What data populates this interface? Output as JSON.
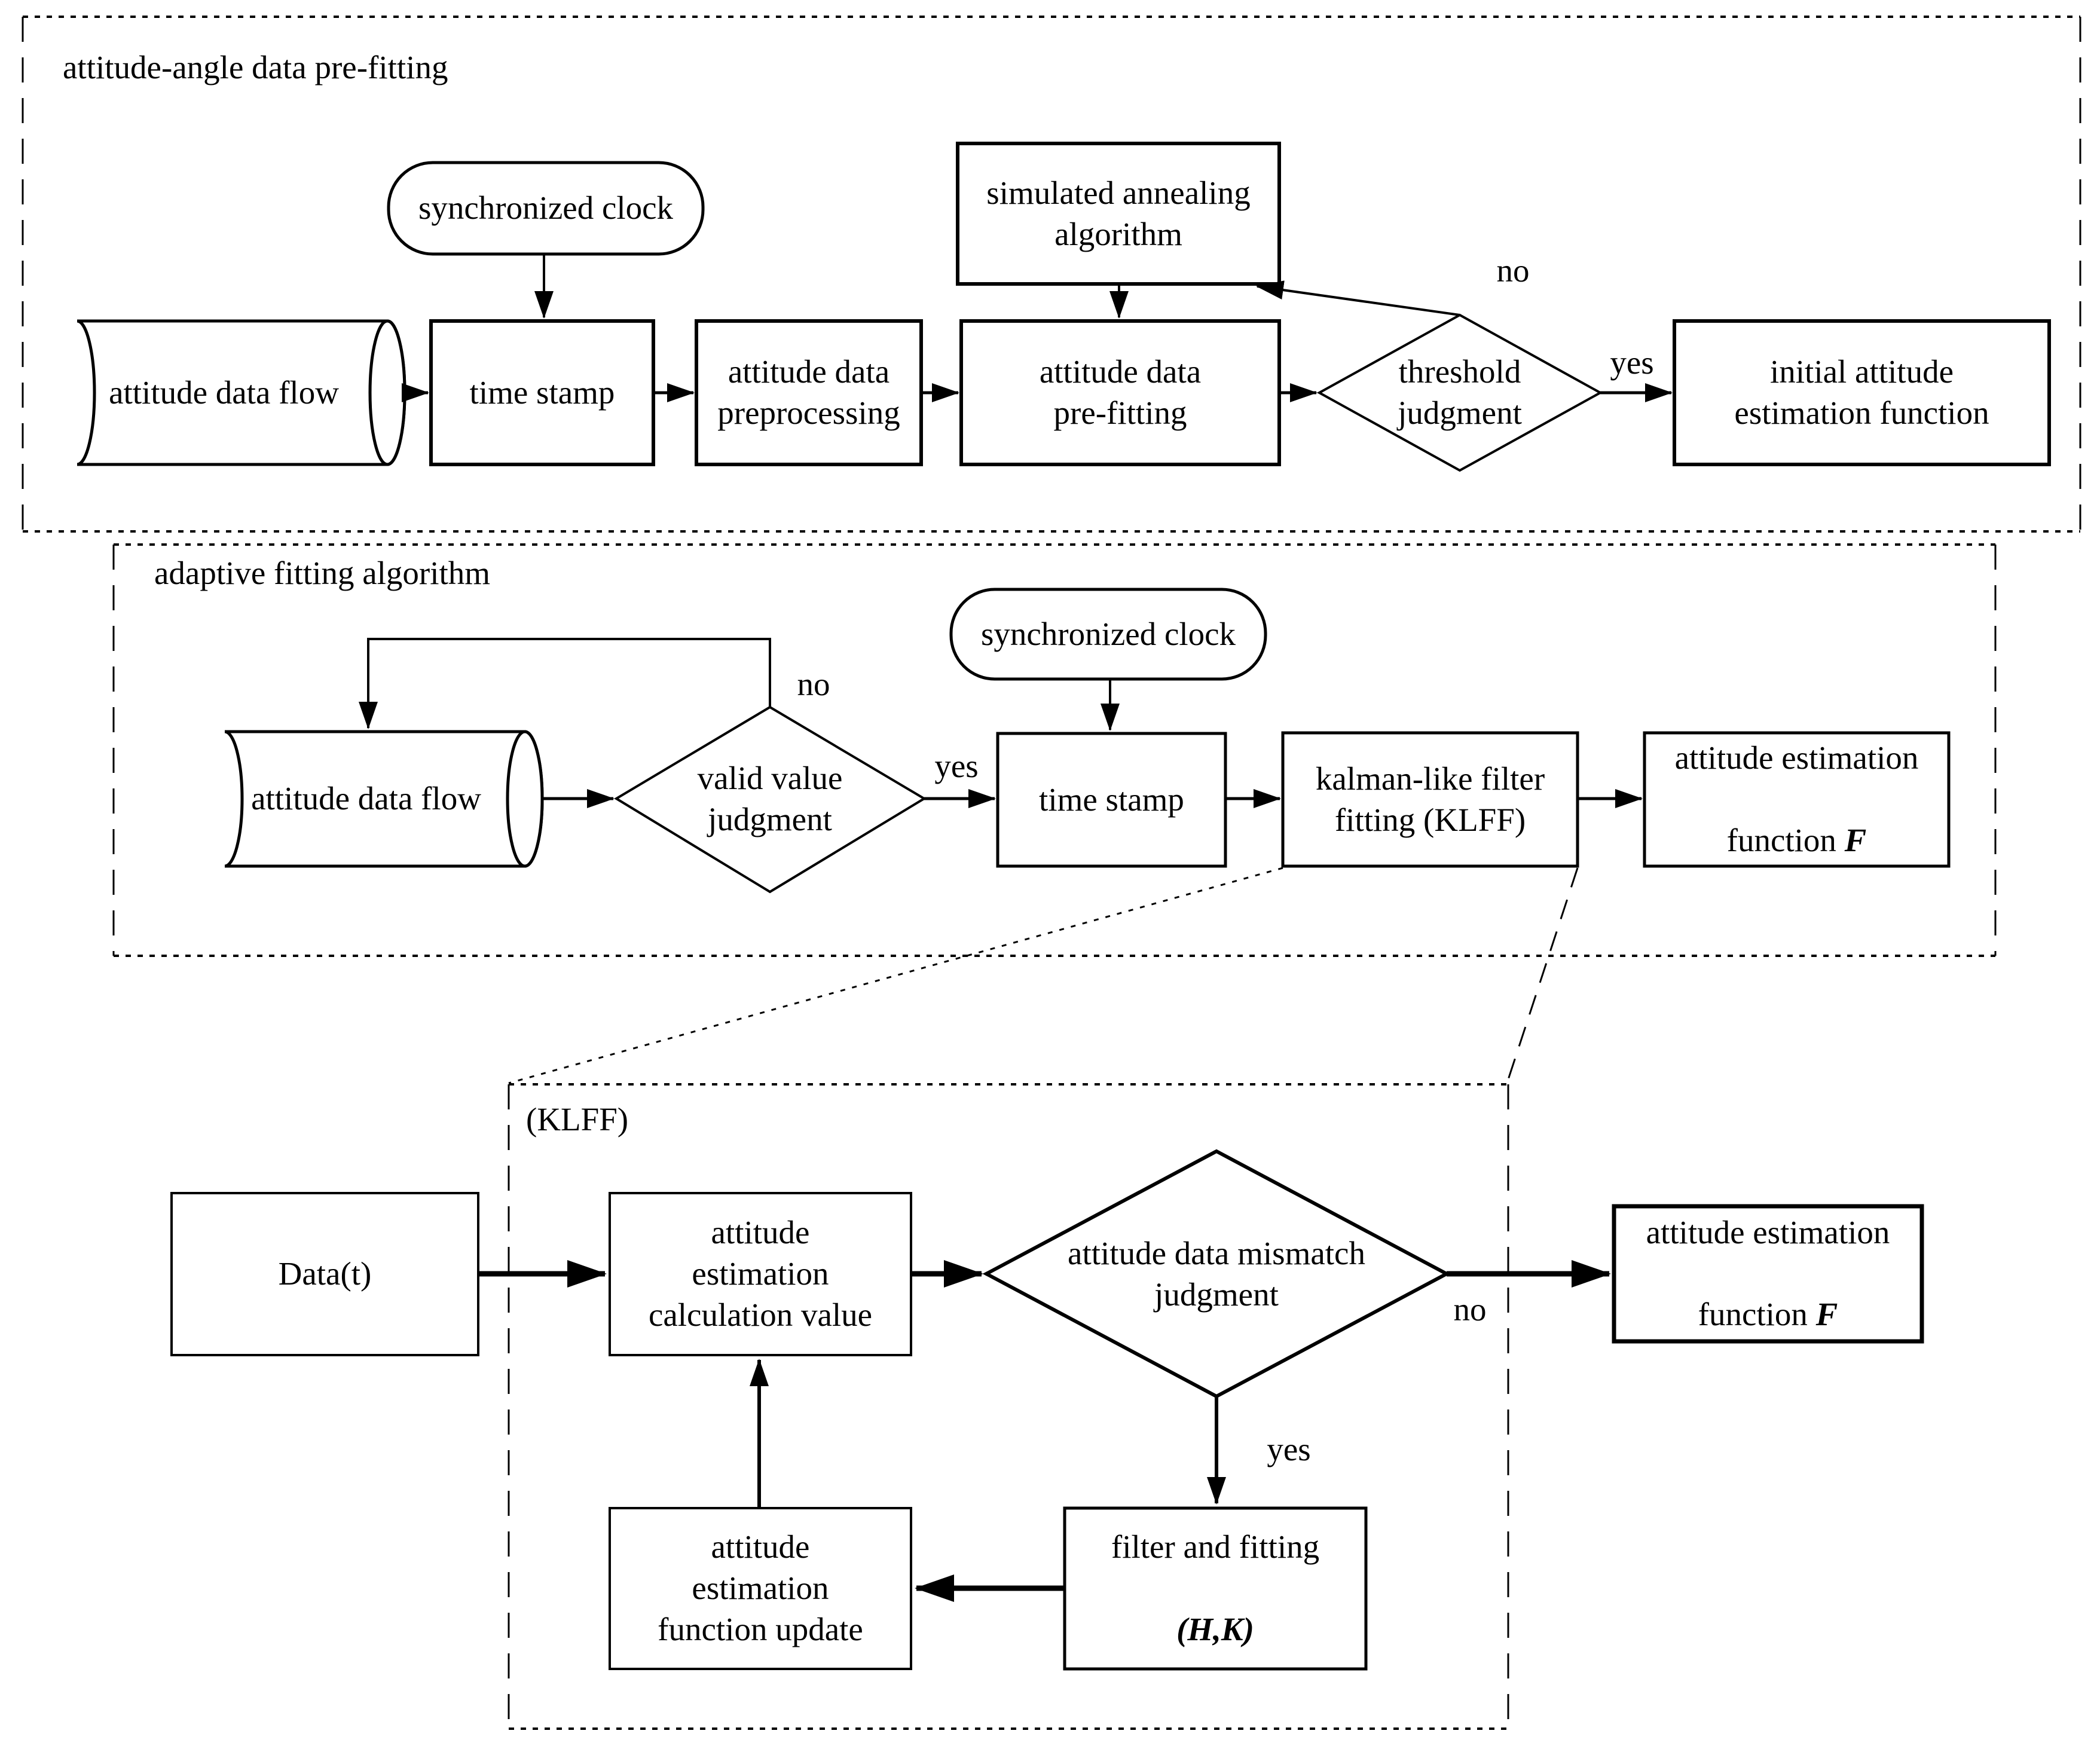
{
  "colors": {
    "ink": "#000000",
    "paper": "#ffffff"
  },
  "sections": {
    "pre_fitting": {
      "title": "attitude-angle data pre-fitting"
    },
    "adaptive": {
      "title": "adaptive fitting algorithm"
    },
    "klff_detail": {
      "title": "(KLFF)"
    }
  },
  "nodes": {
    "flow1": {
      "shape": "cylinder",
      "label": "attitude data flow"
    },
    "clock1": {
      "shape": "stadium",
      "label": "synchronized clock"
    },
    "ts1": {
      "shape": "process",
      "label": "time stamp"
    },
    "prep": {
      "shape": "process",
      "label": "attitude data\npreprocessing"
    },
    "prefit": {
      "shape": "process",
      "label": "attitude data\npre-fitting"
    },
    "annealing": {
      "shape": "process",
      "label": "simulated annealing\nalgorithm"
    },
    "threshold": {
      "shape": "decision",
      "label": "threshold\njudgment"
    },
    "initial": {
      "shape": "process",
      "label": "initial attitude\nestimation function"
    },
    "flow2": {
      "shape": "cylinder",
      "label": "attitude data flow"
    },
    "valid": {
      "shape": "decision",
      "label": "valid value\njudgment"
    },
    "clock2": {
      "shape": "stadium",
      "label": "synchronized clock"
    },
    "ts2": {
      "shape": "process",
      "label": "time stamp"
    },
    "klff": {
      "shape": "process",
      "label": "kalman-like filter\nfitting (KLFF)"
    },
    "est_fn_mid": {
      "shape": "process",
      "line1": "attitude estimation",
      "line2_prefix": "function ",
      "line2_em": "F"
    },
    "data_t": {
      "shape": "process",
      "label": "Data(t)"
    },
    "calc_value": {
      "shape": "process",
      "label": "attitude\nestimation\ncalculation value"
    },
    "mismatch": {
      "shape": "decision",
      "label": "attitude data mismatch\njudgment"
    },
    "est_fn_bot": {
      "shape": "process",
      "line1": "attitude estimation",
      "line2_prefix": "function ",
      "line2_em": "F"
    },
    "filter_fit": {
      "shape": "process",
      "line1": "filter and fitting",
      "line2_em": "(H,K)"
    },
    "fn_update": {
      "shape": "process",
      "label": "attitude\nestimation\nfunction update"
    }
  },
  "edge_labels": {
    "threshold_yes": "yes",
    "threshold_no": "no",
    "valid_yes": "yes",
    "valid_no": "no",
    "mismatch_no": "no",
    "mismatch_yes": "yes"
  }
}
